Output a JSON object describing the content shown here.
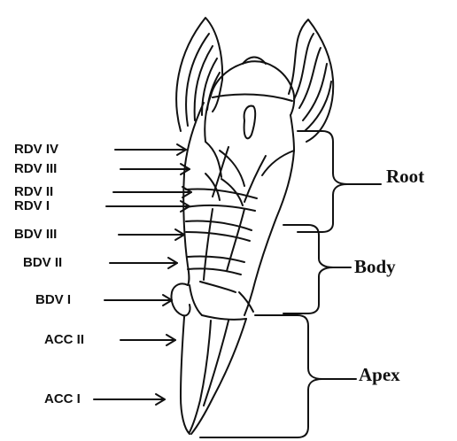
{
  "diagram": {
    "left_labels": [
      "RDV IV",
      "RDV III",
      "RDV II",
      "RDV I",
      "BDV III",
      "BDV II",
      "BDV I",
      "ACC II",
      "ACC I"
    ],
    "regions": [
      "Root",
      "Body",
      "Apex"
    ],
    "ink_color": "#111111",
    "background": "#ffffff"
  }
}
